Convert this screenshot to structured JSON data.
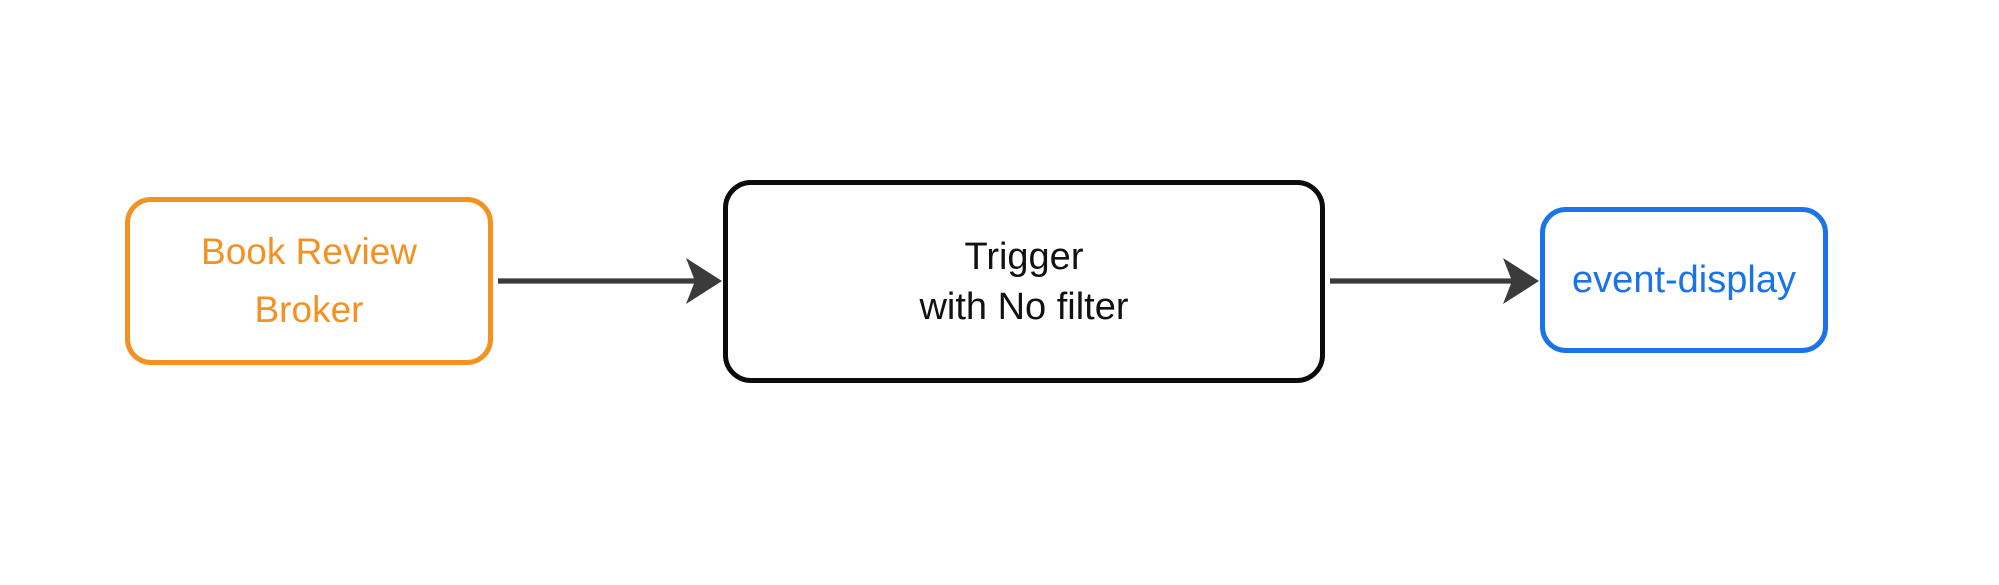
{
  "diagram": {
    "type": "flowchart",
    "direction": "left-to-right",
    "background_color": "#FFFFFF",
    "edge_color": "#3B3B3B",
    "nodes": [
      {
        "id": "broker",
        "label": "Book Review\nBroker",
        "shape": "rounded-rectangle",
        "border_color": "#F59120",
        "text_color": "#F59120",
        "fill_color": "#FFFFFF"
      },
      {
        "id": "trigger",
        "label": "Trigger\nwith No filter",
        "shape": "rounded-rectangle",
        "border_color": "#0C0C0C",
        "text_color": "#111111",
        "fill_color": "#FFFFFF"
      },
      {
        "id": "event-display",
        "label": "event-display",
        "shape": "rounded-rectangle",
        "border_color": "#1A73E8",
        "text_color": "#1A73E8",
        "fill_color": "#FFFFFF"
      }
    ],
    "edges": [
      {
        "from": "broker",
        "to": "trigger",
        "style": "solid-arrow"
      },
      {
        "from": "trigger",
        "to": "event-display",
        "style": "solid-arrow"
      }
    ]
  }
}
